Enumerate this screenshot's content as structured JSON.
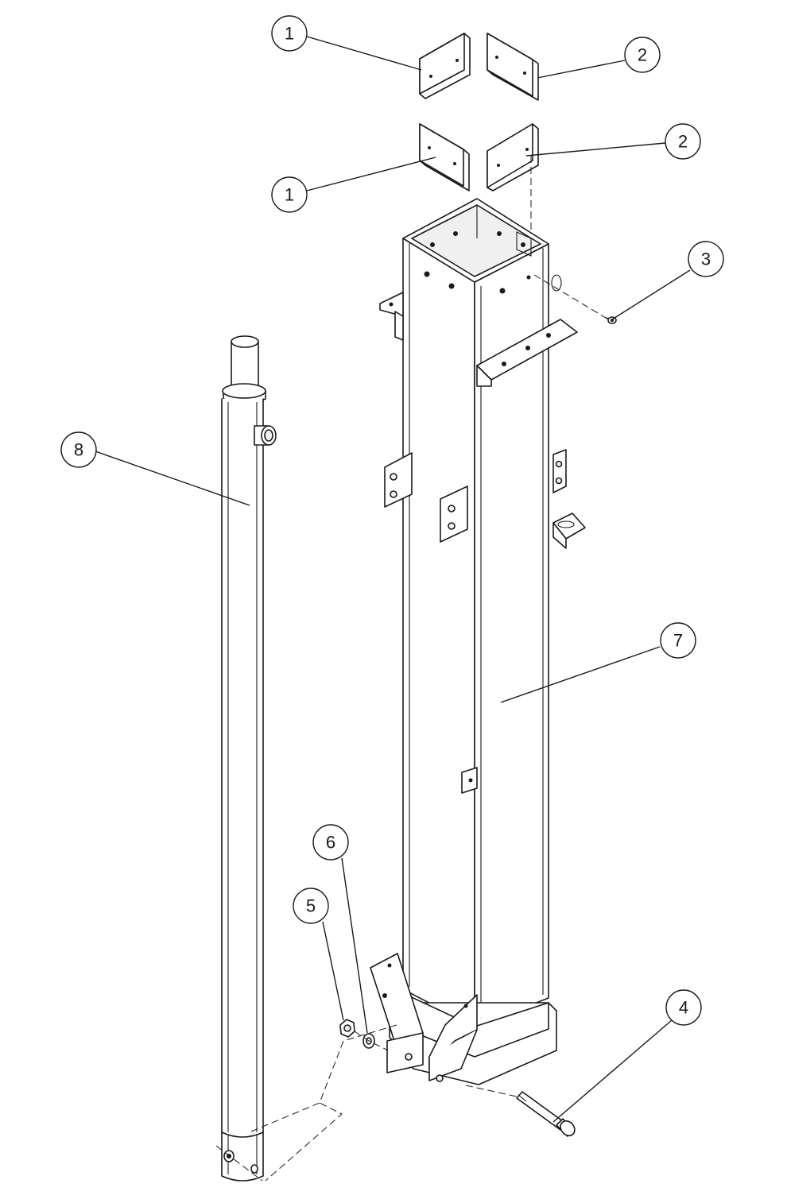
{
  "callouts": [
    {
      "id": "c1a",
      "label": "1"
    },
    {
      "id": "c2a",
      "label": "2"
    },
    {
      "id": "c2b",
      "label": "2"
    },
    {
      "id": "c1b",
      "label": "1"
    },
    {
      "id": "c3",
      "label": "3"
    },
    {
      "id": "c8",
      "label": "8"
    },
    {
      "id": "c7",
      "label": "7"
    },
    {
      "id": "c6",
      "label": "6"
    },
    {
      "id": "c5",
      "label": "5"
    },
    {
      "id": "c4",
      "label": "4"
    }
  ]
}
